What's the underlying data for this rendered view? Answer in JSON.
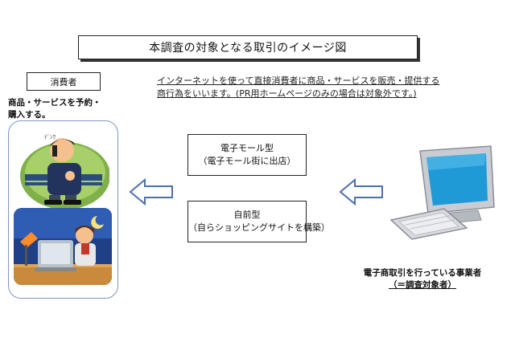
{
  "title": "本調査の対象となる取引のイメージ図",
  "consumer": {
    "tag": "消費者",
    "caption_line1": "商品・サービスを予約・",
    "caption_line2": "購入する。"
  },
  "definition": {
    "line1": "インターネットを使って直接消費者に商品・サービスを販売・提供する",
    "line2": "商行為をいいます。(PR用ホームページのみの場合は対象外です。)"
  },
  "models": [
    {
      "name": "電子モール型",
      "detail": "（電子モール街に出店）"
    },
    {
      "name": "自前型",
      "detail": "（自らショッピングサイトを構築）"
    }
  ],
  "business": {
    "line1": "電子商取引を行っている事業者",
    "line2": "（＝調査対象者）"
  },
  "colors": {
    "frame_border": "#7d95c4",
    "arrow_fill": "#ffffff",
    "arrow_stroke": "#4d6fb0",
    "monitor_screen": "#1f9ad6"
  },
  "icons": [
    "phone-user-illustration",
    "office-user-illustration",
    "computer-illustration",
    "left-arrow-icon"
  ]
}
